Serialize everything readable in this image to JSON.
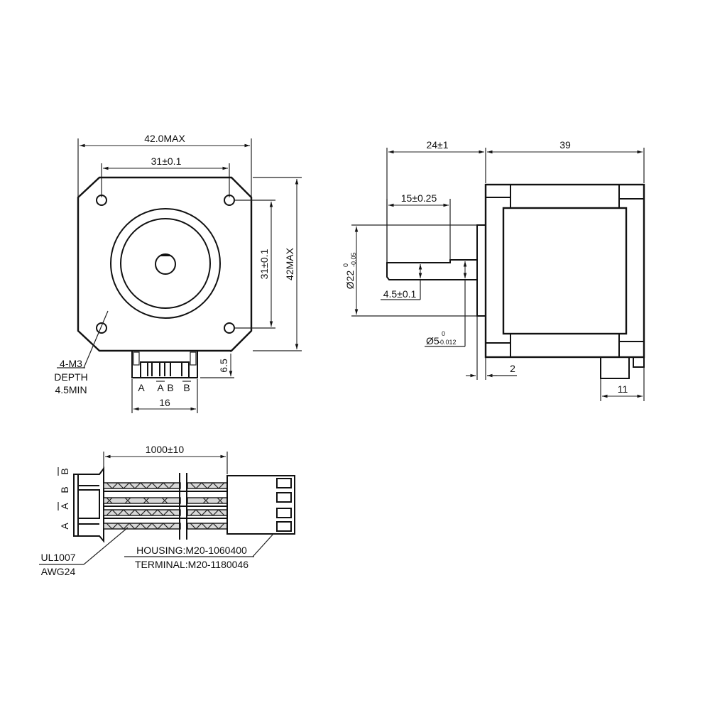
{
  "front_view": {
    "width_label": "42.0MAX",
    "hole_spacing_h_label": "31±0.1",
    "hole_spacing_v_label": "31±0.1",
    "height_label": "42MAX",
    "connector_height_label": "6.5",
    "connector_width_label": "16",
    "mount_hole_note": [
      "4-M3",
      "DEPTH",
      "4.5MIN"
    ],
    "pins": [
      "A",
      "A",
      "B",
      "B"
    ],
    "pins_overbar": [
      false,
      true,
      false,
      true
    ]
  },
  "side_view": {
    "shaft_length_label": "24±1",
    "body_length_label": "39",
    "flat_length_label": "15±0.25",
    "boss_dia_label": "Ø22",
    "boss_dia_tol_upper": "0",
    "boss_dia_tol_lower": "-0.05",
    "flat_depth_label": "4.5±0.1",
    "shaft_dia_label": "Ø5",
    "shaft_dia_tol_upper": "0",
    "shaft_dia_tol_lower": "-0.012",
    "boss_height_label": "2",
    "connector_depth_label": "11"
  },
  "cable_view": {
    "length_label": "1000±10",
    "wire_labels": [
      "B",
      "B",
      "A",
      "A"
    ],
    "wire_overbar": [
      true,
      false,
      true,
      false
    ],
    "wire_spec": [
      "UL1007",
      "AWG24"
    ],
    "housing_label": "HOUSING:M20-1060400",
    "terminal_label": "TERMINAL:M20-1180046"
  }
}
